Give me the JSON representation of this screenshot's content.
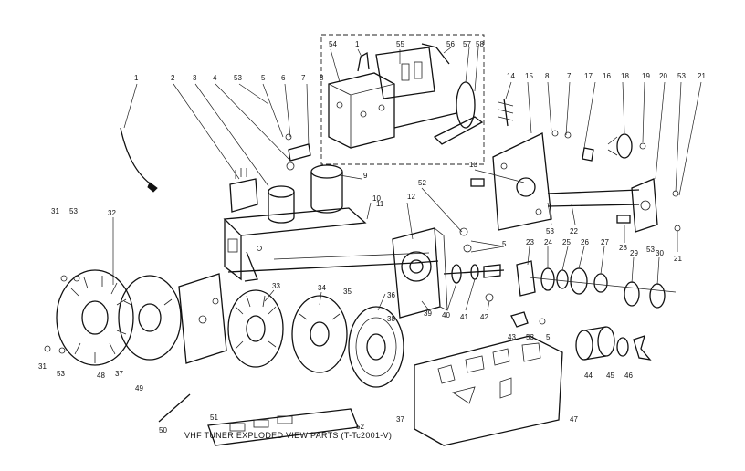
{
  "caption": "VHF TUNER EXPLODED VIEW PARTS (T-Tc2001-V)",
  "callouts": {
    "c54a": "54",
    "c1a": "1",
    "c55": "55",
    "c56": "56",
    "c57": "57",
    "c58": "58",
    "c14": "14",
    "c15": "15",
    "c8a": "8",
    "c7a": "7",
    "c17": "17",
    "c16": "16",
    "c18": "18",
    "c19": "19",
    "c20": "20",
    "c53a": "53",
    "c21a": "21",
    "c1b": "1",
    "c2": "2",
    "c3": "3",
    "c4": "4",
    "c53b": "53",
    "c5a": "5",
    "c6": "6",
    "c7b": "7",
    "c8b": "8",
    "c9": "9",
    "c10": "10",
    "c11": "11",
    "c12": "12",
    "c13": "13",
    "c52": "52",
    "c53c": "53",
    "c22": "22",
    "c28": "28",
    "c53d": "53",
    "c21b": "21",
    "c5b": "5",
    "c31a": "31",
    "c53e": "53",
    "c32": "32",
    "c33": "33",
    "c34": "34",
    "c35": "35",
    "c36": "36",
    "c38": "38",
    "c39": "39",
    "c40": "40",
    "c41": "41",
    "c42": "42",
    "c23": "23",
    "c24": "24",
    "c25": "25",
    "c26": "26",
    "c27": "27",
    "c29": "29",
    "c30": "30",
    "c43": "43",
    "c53f": "53",
    "c5c": "5",
    "c44": "44",
    "c45": "45",
    "c46": "46",
    "c47": "47",
    "c31b": "31",
    "c53g": "53",
    "c48": "48",
    "c37a": "37",
    "c49": "49",
    "c50": "50",
    "c51": "51",
    "c52b": "52",
    "c37b": "37"
  }
}
